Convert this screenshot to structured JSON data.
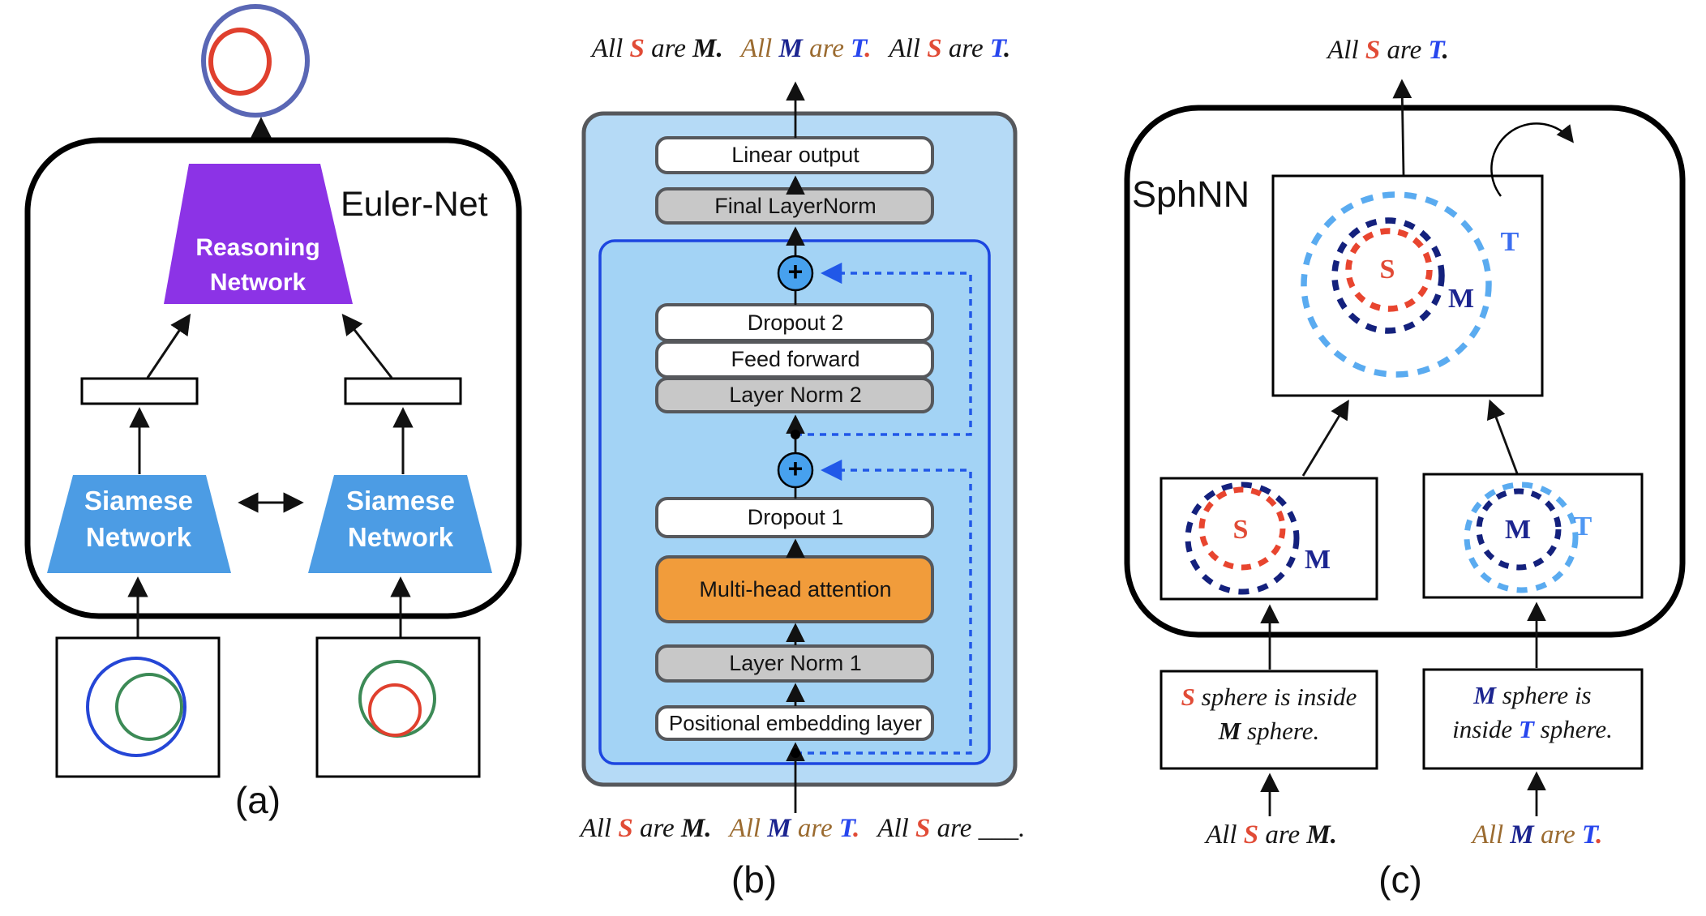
{
  "colors": {
    "black": "#151515",
    "red": "#e14b36",
    "brown": "#9b6b30",
    "navy": "#1c2590",
    "blue": "#2746ee",
    "label_blue": "#3c6ef0",
    "label_lightblue": "#4f97f3",
    "purple": "#8c33e6",
    "siamese_blue": "#4c9ce4",
    "orange": "#f19c3b",
    "panel_fill_outer": "#b5daf6",
    "panel_fill_inner": "#a3d3f5",
    "gray_box": "#c8c8c8",
    "box_border_gray": "#56585c",
    "dashed_blue": "#2158e8",
    "plus_circle_blue": "#47a1ee",
    "ellipse_outer_blue": "#5a67b5",
    "ellipse_red": "#e0402e",
    "circle_green": "#3c8a56",
    "circle_blue": "#2546d6",
    "dash_lightblue": "#5aabf0",
    "dash_navy": "#14217d",
    "dash_red": "#e8452f"
  },
  "panel_a": {
    "caption": "(a)",
    "title": "Euler-Net",
    "reasoning_network": [
      "Reasoning",
      "Network"
    ],
    "siamese_left": [
      "Siamese",
      "Network"
    ],
    "siamese_right": [
      "Siamese",
      "Network"
    ]
  },
  "panel_b": {
    "caption": "(b)",
    "plus": "+",
    "layers": {
      "linear_output": "Linear output",
      "final_layernorm": "Final LayerNorm",
      "dropout2": "Dropout 2",
      "feed_forward": "Feed forward",
      "layer_norm2": "Layer Norm 2",
      "dropout1": "Dropout 1",
      "mha": "Multi-head attention",
      "layer_norm1": "Layer Norm 1",
      "pos_emb": "Positional embedding layer"
    },
    "output_statement": [
      [
        {
          "t": "All ",
          "c": "black"
        },
        {
          "t": "S",
          "c": "red",
          "b": 1
        },
        {
          "t": " are ",
          "c": "black"
        },
        {
          "t": "M.",
          "c": "black",
          "b": 1
        }
      ],
      [
        {
          "t": "All ",
          "c": "brown"
        },
        {
          "t": "M",
          "c": "navy",
          "b": 1
        },
        {
          "t": " are ",
          "c": "brown"
        },
        {
          "t": "T",
          "c": "blue",
          "b": 1
        },
        {
          "t": ".",
          "c": "red",
          "b": 1
        }
      ],
      [
        {
          "t": "All ",
          "c": "black"
        },
        {
          "t": "S",
          "c": "red",
          "b": 1
        },
        {
          "t": " are ",
          "c": "black"
        },
        {
          "t": "T",
          "c": "blue",
          "b": 1
        },
        {
          "t": ".",
          "c": "black",
          "b": 1
        }
      ]
    ],
    "input_statement": [
      [
        {
          "t": "All ",
          "c": "black"
        },
        {
          "t": "S",
          "c": "red",
          "b": 1
        },
        {
          "t": " are ",
          "c": "black"
        },
        {
          "t": "M.",
          "c": "black",
          "b": 1
        }
      ],
      [
        {
          "t": "All ",
          "c": "brown"
        },
        {
          "t": "M",
          "c": "navy",
          "b": 1
        },
        {
          "t": " are ",
          "c": "brown"
        },
        {
          "t": "T",
          "c": "blue",
          "b": 1
        },
        {
          "t": ".",
          "c": "red",
          "b": 1
        }
      ],
      [
        {
          "t": "All ",
          "c": "black"
        },
        {
          "t": "S",
          "c": "red",
          "b": 1
        },
        {
          "t": " are ",
          "c": "black"
        },
        {
          "t": "___.",
          "c": "black"
        }
      ]
    ]
  },
  "panel_c": {
    "caption": "(c)",
    "title": "SphNN",
    "letters": {
      "s": "S",
      "m": "M",
      "t": "T"
    },
    "conclusion": [
      [
        {
          "t": "All ",
          "c": "black"
        },
        {
          "t": "S",
          "c": "red",
          "b": 1
        },
        {
          "t": " are ",
          "c": "black"
        },
        {
          "t": "T",
          "c": "blue",
          "b": 1
        },
        {
          "t": ".",
          "c": "black",
          "b": 1
        }
      ]
    ],
    "box_left_lines": [
      [
        {
          "t": "S",
          "c": "red",
          "b": 1
        },
        {
          "t": " sphere is inside",
          "c": "black"
        }
      ],
      [
        {
          "t": "M",
          "c": "black",
          "b": 1
        },
        {
          "t": " sphere.",
          "c": "black"
        }
      ]
    ],
    "box_right_lines": [
      [
        {
          "t": "M",
          "c": "navy",
          "b": 1
        },
        {
          "t": " sphere is",
          "c": "black"
        }
      ],
      [
        {
          "t": "inside ",
          "c": "black"
        },
        {
          "t": "T",
          "c": "blue",
          "b": 1
        },
        {
          "t": " sphere.",
          "c": "black"
        }
      ]
    ],
    "premise_left": [
      [
        {
          "t": "All ",
          "c": "black"
        },
        {
          "t": "S",
          "c": "red",
          "b": 1
        },
        {
          "t": " are ",
          "c": "black"
        },
        {
          "t": "M.",
          "c": "black",
          "b": 1
        }
      ]
    ],
    "premise_right": [
      [
        {
          "t": "All ",
          "c": "brown"
        },
        {
          "t": "M",
          "c": "navy",
          "b": 1
        },
        {
          "t": " are ",
          "c": "brown"
        },
        {
          "t": "T",
          "c": "blue",
          "b": 1
        },
        {
          "t": ".",
          "c": "red",
          "b": 1
        }
      ]
    ]
  }
}
